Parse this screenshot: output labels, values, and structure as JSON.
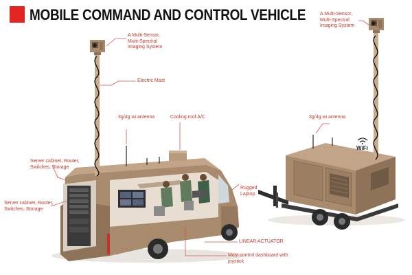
{
  "header": {
    "title": "MOBILE COMMAND AND CONTROL VEHICLE"
  },
  "colors": {
    "accent": "#e4251f",
    "callout_text": "#c0392b",
    "vehicle_body": "#a88a6c",
    "vehicle_shadow": "#7f6650"
  },
  "callouts": {
    "van_imaging": "A Multi-Sensor,\nMulti-Spectral\nImaging System",
    "electric_mast": "Electric Mast",
    "van_antenna": "3g/4g wi antenna",
    "cooling_roof": "Cooling roof A/C",
    "server_upper": "Server cabinet, Router,\nSwitches, Storage",
    "server_lower": "Server cabinet, Router,\nSwitches, Storage",
    "rugged_laptop": "Rugged\nLaptop",
    "linear_actuator": "LINEAR ACTUATOR",
    "mast_dashboard": "Mast control dashboard with\njoystick",
    "trailer_imaging": "A Multi-Sensor,\nMulti-Spectral\nImaging System",
    "trailer_antenna": "3g/4g wi antenna"
  },
  "badges": {
    "wifi": "WiFi"
  },
  "icons": {
    "title_marker": "red-square-icon",
    "wifi": "wifi-icon"
  }
}
